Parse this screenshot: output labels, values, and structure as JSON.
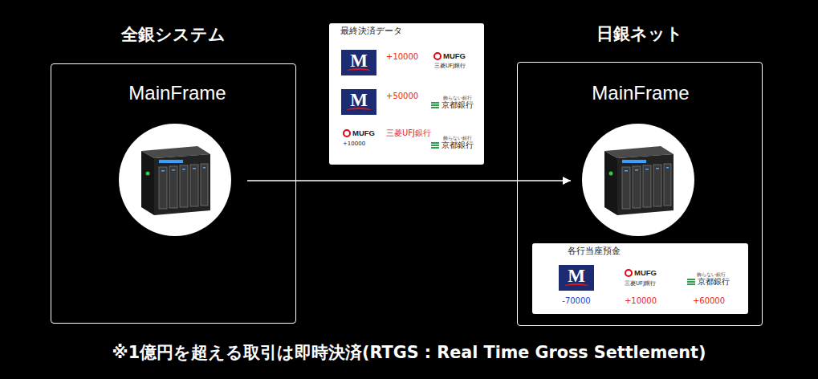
{
  "diagram": {
    "caption": "※1億円を超える取引は即時決済(RTGS : Real Time Gross Settlement)",
    "nodes": [
      {
        "text": [
          "全銀システム"
        ]
      },
      {
        "text": [
          "MainFrame"
        ],
        "in": 0
      },
      {
        "text": [
          "最終決済データ",
          "M",
          "+10000",
          "MUFG",
          "三菱UFJ銀行",
          "M",
          "+50000",
          "飾らない銀行",
          "京都銀行",
          "MUFG",
          "三菱UFJ銀行",
          "+10000",
          "飾らない銀行",
          "京都銀行"
        ]
      },
      {
        "text": [
          "日銀ネット"
        ]
      },
      {
        "text": [
          "MainFrame"
        ],
        "in": 3
      },
      {
        "text": [
          "各行当座預金",
          "M",
          "-70000",
          "MUFG",
          "三菱UFJ銀行",
          "+10000",
          "飾らない銀行",
          "京都銀行",
          "+60000"
        ],
        "in": 3
      }
    ],
    "edges": [
      {
        "from": 1,
        "to": 4,
        "arrow": "to"
      }
    ]
  }
}
